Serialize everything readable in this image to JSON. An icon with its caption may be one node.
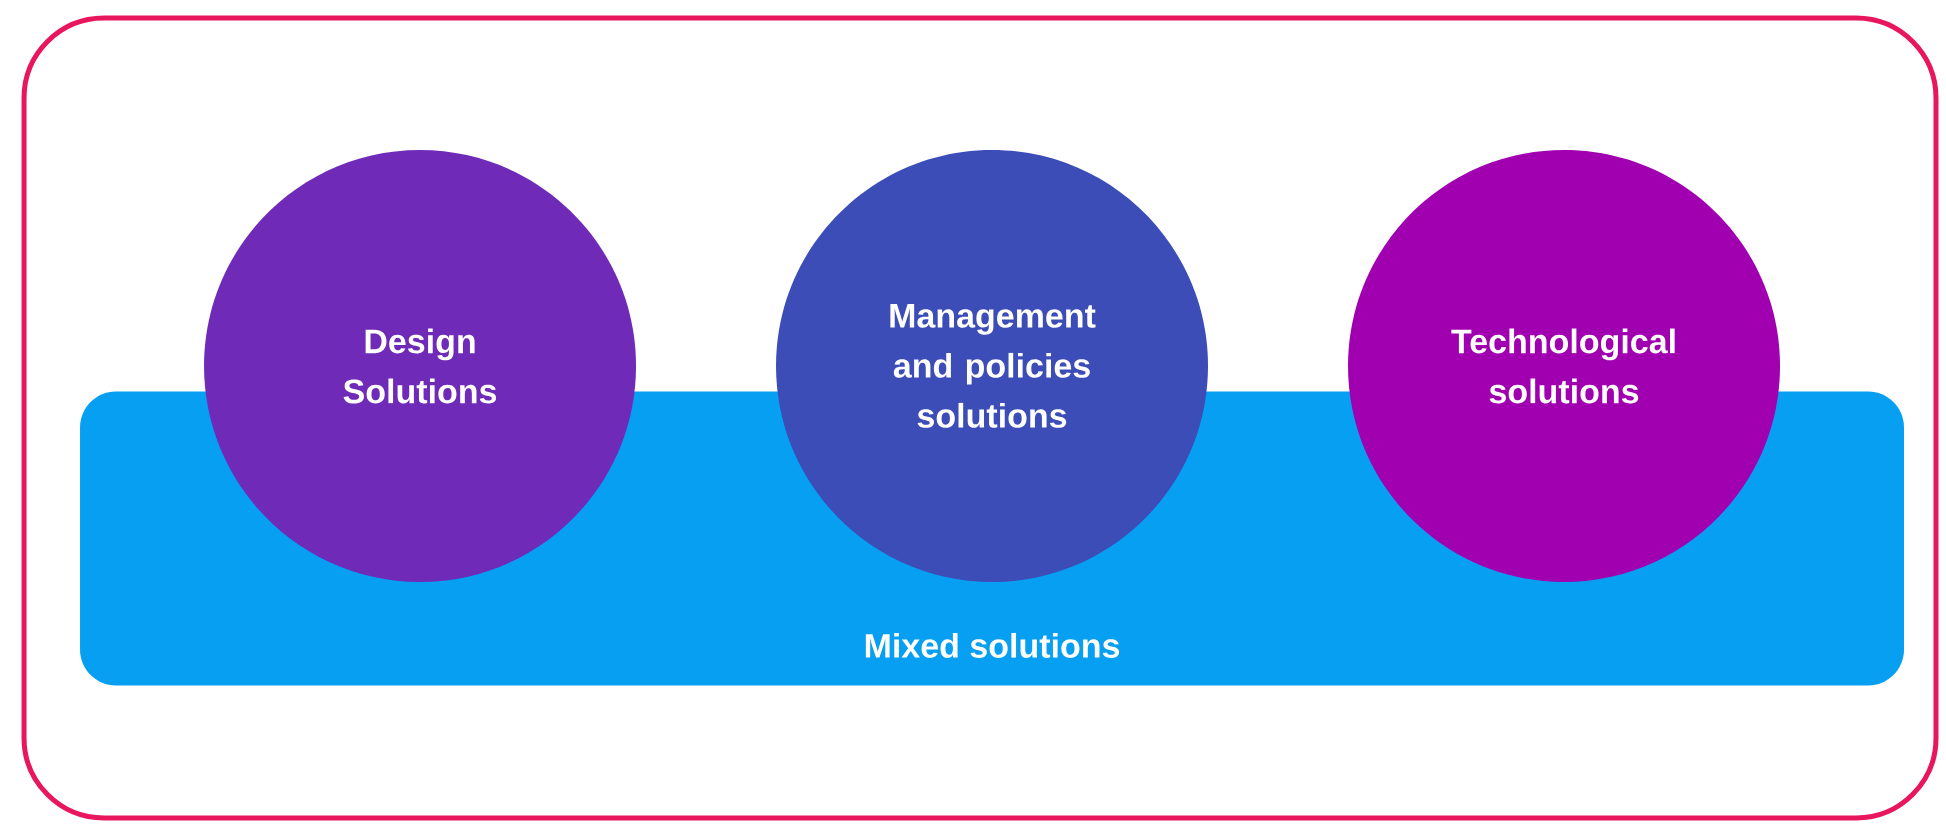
{
  "diagram": {
    "nodes": [
      {
        "text": [],
        "shape": "box"
      },
      {
        "text": [
          "Mixed solutions"
        ],
        "in": 0
      },
      {
        "text": [
          "Design Solutions"
        ],
        "in": 0
      },
      {
        "text": [
          "Management and policies solutions"
        ],
        "in": 0
      },
      {
        "text": [
          "Technological solutions"
        ],
        "in": 0
      }
    ]
  }
}
